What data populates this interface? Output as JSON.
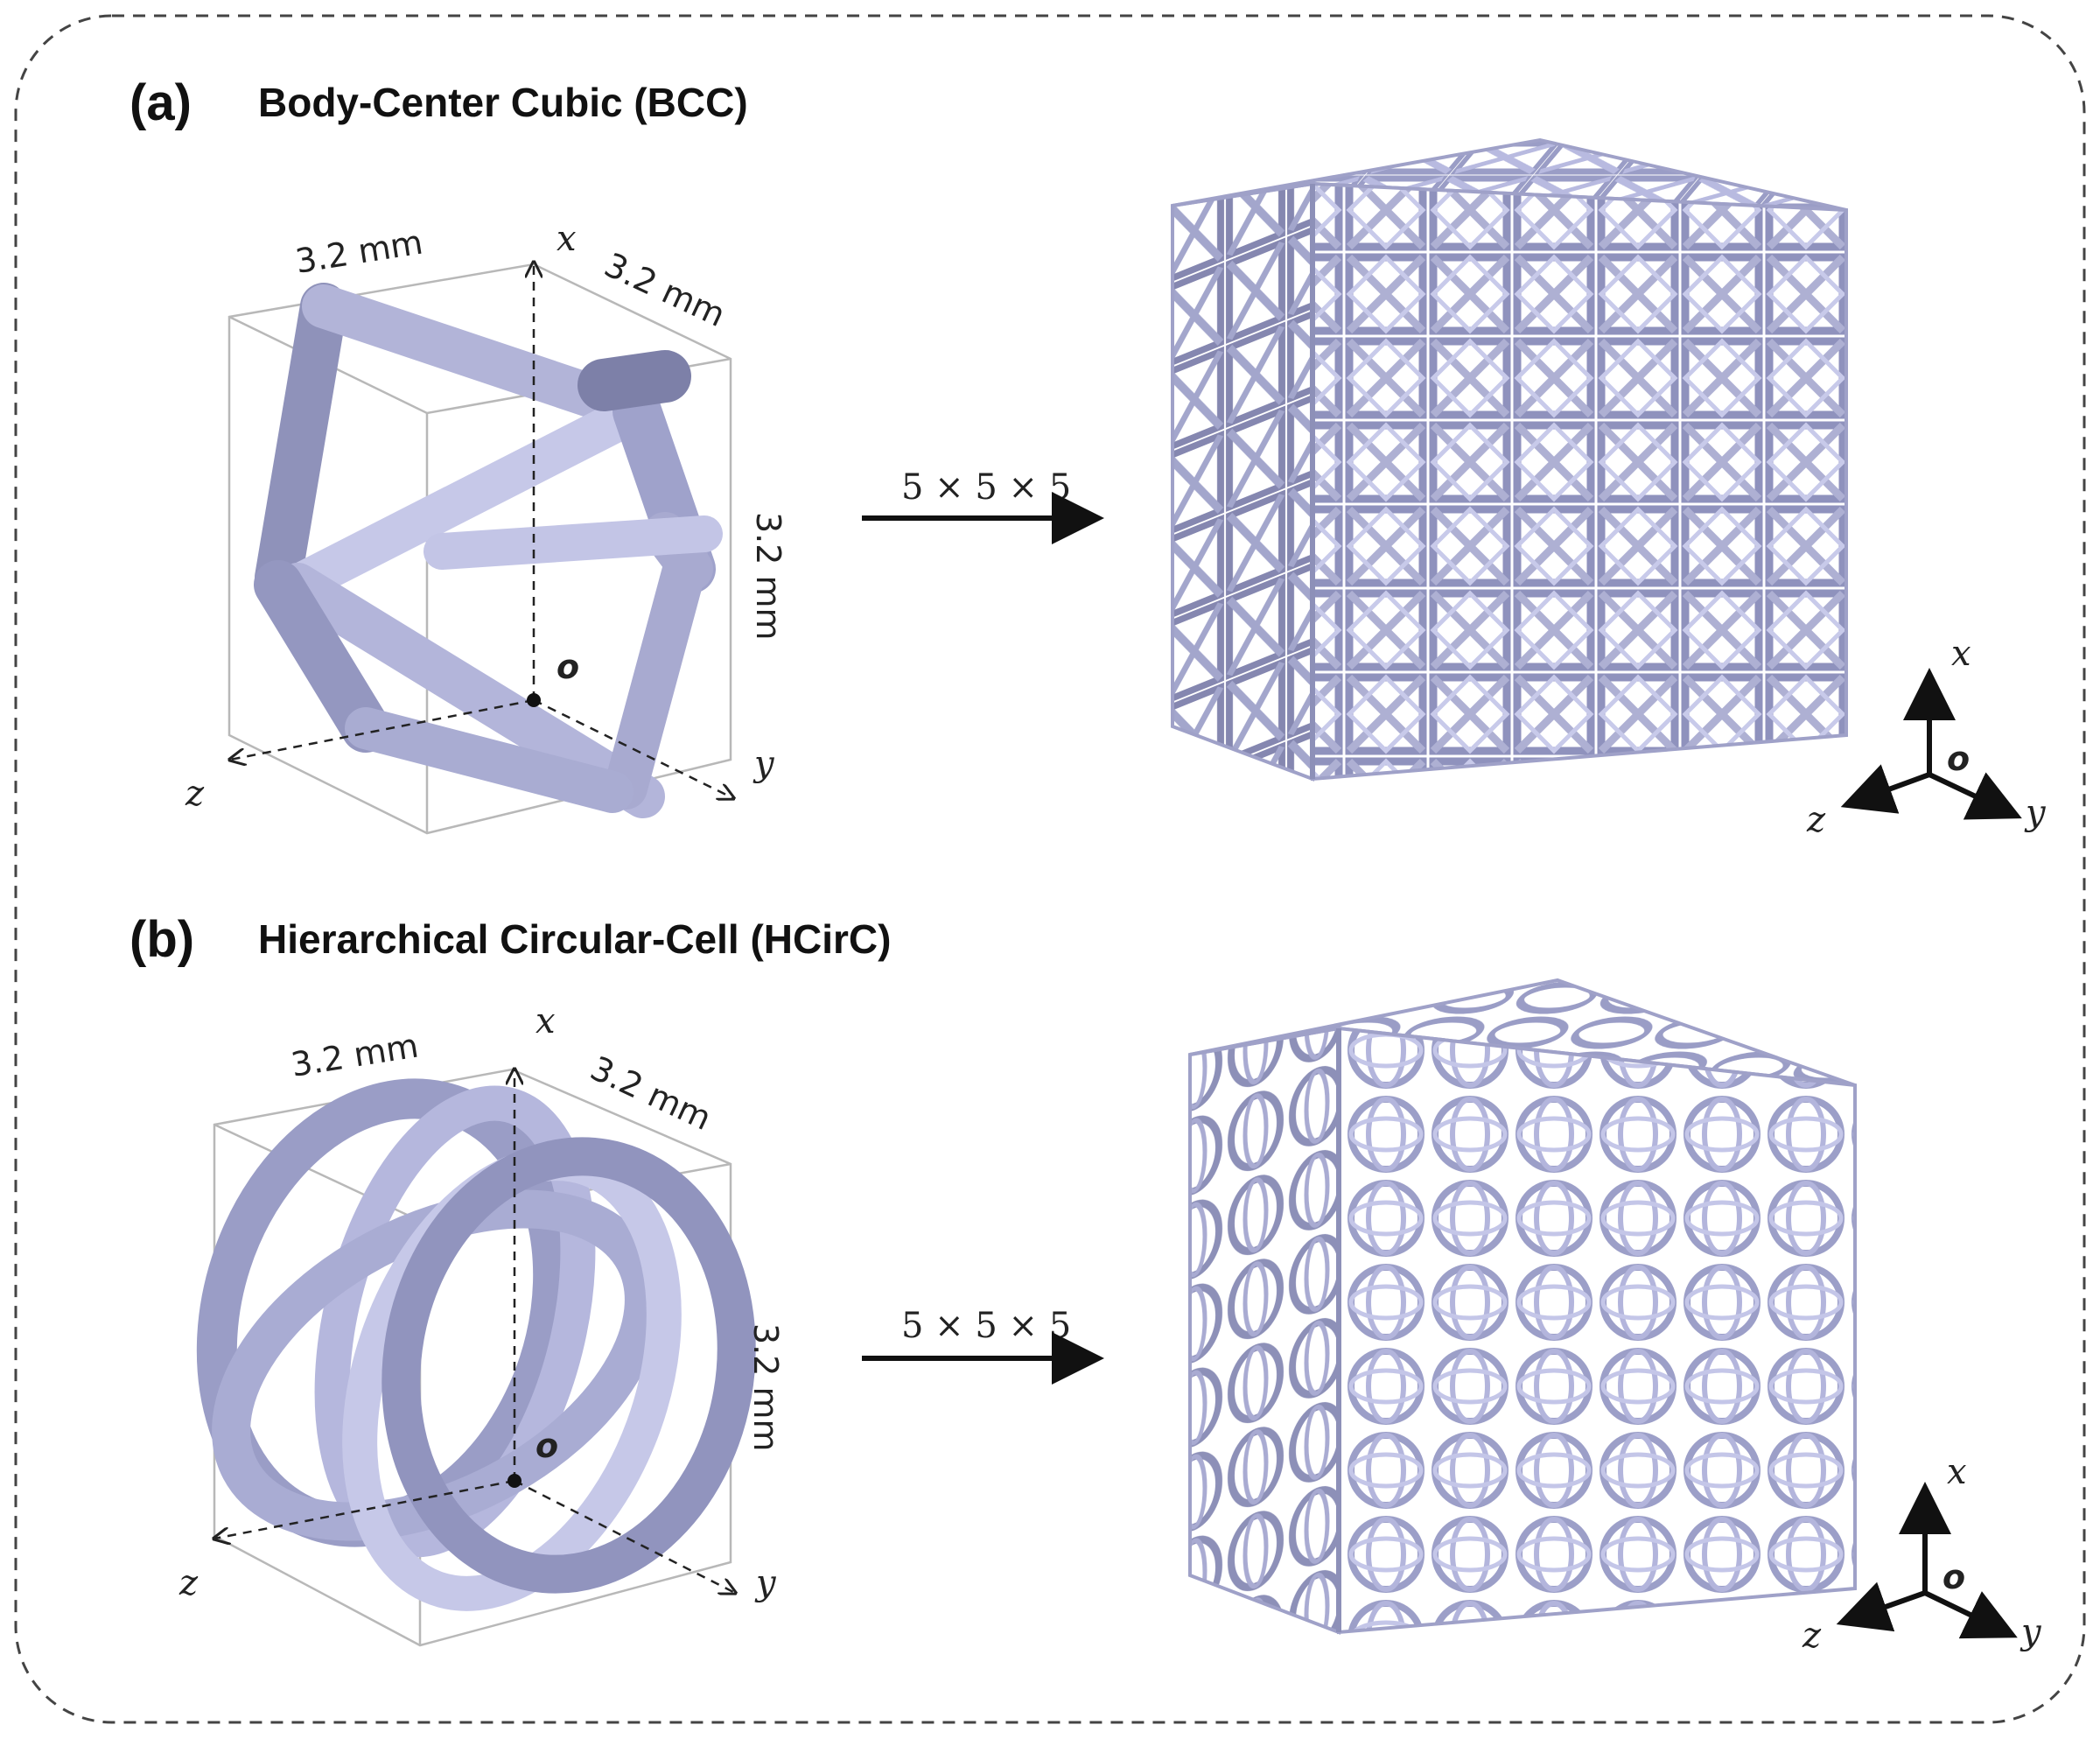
{
  "panel_a": {
    "label": "(a)",
    "title": "Body-Center Cubic (BCC)",
    "dims": {
      "top_left": "3.2 mm",
      "top_right": "3.2 mm",
      "vertical": "3.2 mm"
    },
    "arrow_label": "5 × 5 × 5",
    "axes": {
      "x": "x",
      "y": "y",
      "z": "z",
      "origin": "o"
    }
  },
  "panel_b": {
    "label": "(b)",
    "title": "Hierarchical Circular-Cell (HCirC)",
    "dims": {
      "top_left": "3.2 mm",
      "top_right": "3.2 mm",
      "vertical": "3.2 mm"
    },
    "arrow_label": "5 × 5 × 5",
    "axes": {
      "x": "x",
      "y": "y",
      "z": "z",
      "origin": "o"
    }
  },
  "colors": {
    "strut": "#aeb0d3",
    "strut_dark": "#7d80a8",
    "strut_light": "#d6d8ee",
    "frame": "#444444"
  }
}
